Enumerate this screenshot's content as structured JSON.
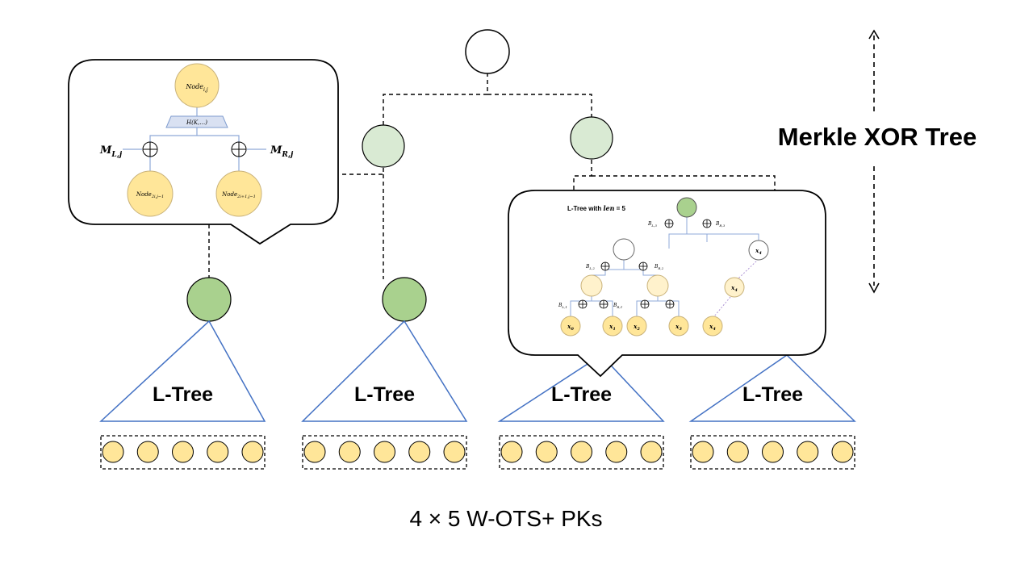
{
  "title": "Merkle XOR Tree",
  "footer": {
    "prefix": "4 × 5 W-OTS+ PKs"
  },
  "ltree_label": "L-Tree",
  "leaves_per_ltree": 5,
  "ltree_count": 4,
  "colors": {
    "green_node": "#d9ead3",
    "green_leaf_node": "#a9d18e",
    "yellow_node": "#ffe699",
    "yellow_light": "#fff2cc",
    "blue_line": "#4472c4",
    "black": "#000000"
  },
  "callout_left": {
    "node_label": "Node",
    "node_sub": "i,j",
    "hash_label": "H(K,…)",
    "mask_left": "M",
    "mask_left_sub": "L,j",
    "mask_right": "M",
    "mask_right_sub": "R,j",
    "child_left": "Node",
    "child_left_sub": "2i,j−1",
    "child_right": "Node",
    "child_right_sub": "2i+1,j−1"
  },
  "callout_right": {
    "caption_prefix": "L-Tree with ",
    "caption_var": "len",
    "caption_suffix": " = 5",
    "mask_l3": "B",
    "mask_l3_sub": "L,3",
    "mask_r3": "B",
    "mask_r3_sub": "R,3",
    "mask_l2": "B",
    "mask_l2_sub": "L,2",
    "mask_r2": "B",
    "mask_r2_sub": "R,2",
    "mask_l1": "B",
    "mask_l1_sub": "L,1",
    "mask_r1": "B",
    "mask_r1_sub": "R,1",
    "leaves": [
      "x0",
      "x1",
      "x2",
      "x3",
      "x4"
    ],
    "leaf_base": "x",
    "leaf_subs": [
      "0",
      "1",
      "2",
      "3",
      "4"
    ],
    "carried_label": "x",
    "carried_sub": "4"
  }
}
